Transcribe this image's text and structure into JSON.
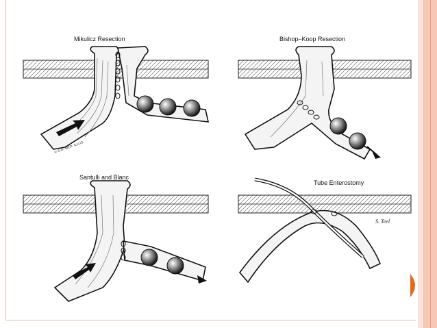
{
  "panels": {
    "top_left": {
      "title": "Mikulicz Resection"
    },
    "top_right": {
      "title": "Bishop–Koop Resection"
    },
    "bottom_left": {
      "title": "Santulli and Blanc"
    },
    "bottom_right": {
      "title": "Tube Enterostomy"
    }
  },
  "colors": {
    "frame_border": "#f2b8a4",
    "side_stripe": "#f6c9b7",
    "side_stripe_dark": "#ee9c7e",
    "nav_tab": "#e9691c"
  }
}
